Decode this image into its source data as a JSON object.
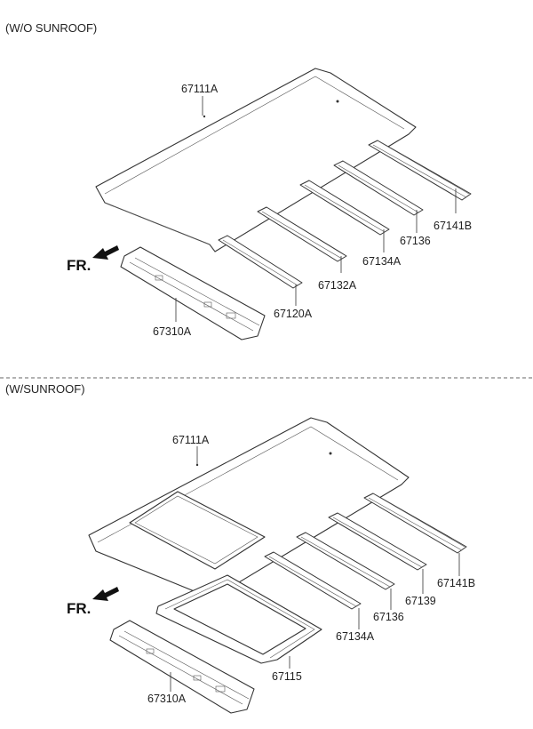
{
  "sections": [
    {
      "title": "(W/O SUNROOF)",
      "fr_label": "FR.",
      "parts": {
        "roof_panel": "67111A",
        "rail_1": "67141B",
        "rail_2": "67136",
        "rail_3": "67134A",
        "rail_4": "67132A",
        "rail_5": "67120A",
        "header": "67310A"
      }
    },
    {
      "title": "(W/SUNROOF)",
      "fr_label": "FR.",
      "parts": {
        "roof_panel": "67111A",
        "rail_1": "67141B",
        "rail_2": "67139",
        "rail_3": "67136",
        "rail_4": "67134A",
        "frame": "67115",
        "header": "67310A"
      }
    }
  ]
}
